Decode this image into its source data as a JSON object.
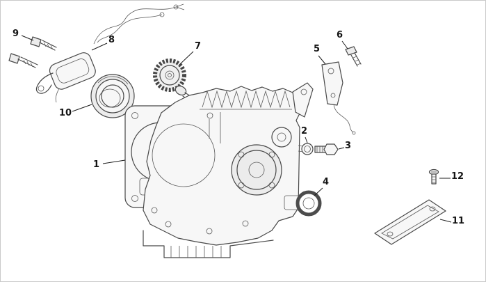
{
  "figure": {
    "kind": "exploded-parts-diagram"
  },
  "colors": {
    "background": "#ffffff",
    "border": "#c9c9c9",
    "line_art": "#474747",
    "leader_line": "#1c1c1c",
    "label_text": "#141414"
  },
  "callouts": {
    "c1": "1",
    "c2": "2",
    "c3": "3",
    "c4": "4",
    "c5": "5",
    "c6": "6",
    "c7": "7",
    "c8": "8",
    "c9": "9",
    "c10": "10",
    "c11": "11",
    "c12": "12"
  }
}
